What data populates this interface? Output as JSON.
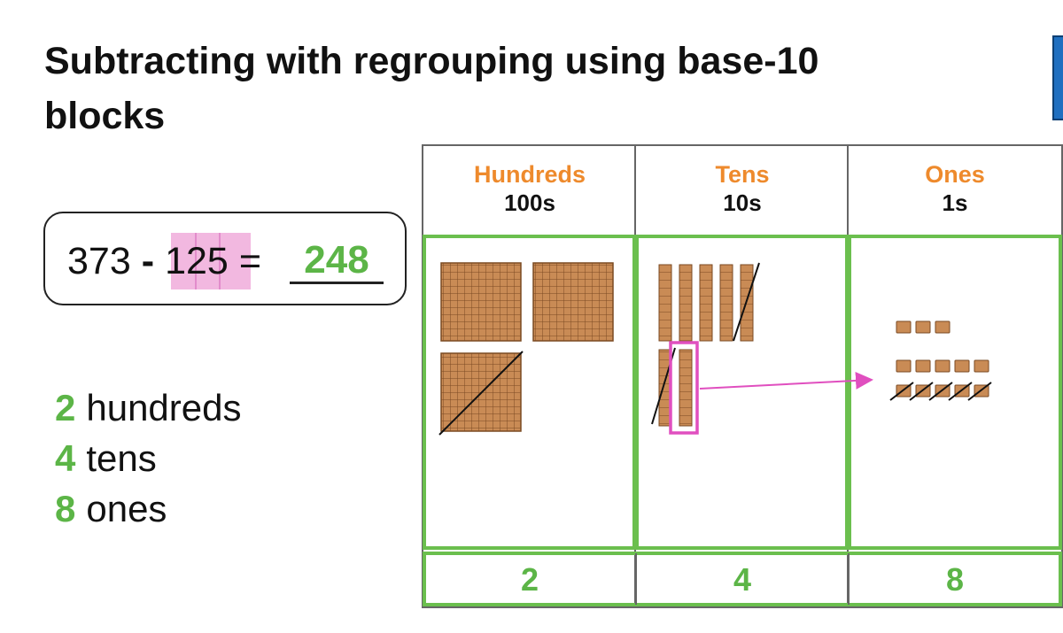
{
  "title": "Subtracting with regrouping using base-10 blocks",
  "equation": {
    "minuend": "373",
    "minus": "-",
    "subtrahend": [
      "1",
      "2",
      "5"
    ],
    "equals": "=",
    "answer": "248"
  },
  "summary": [
    {
      "count": "2",
      "label": "hundreds"
    },
    {
      "count": "4",
      "label": "tens"
    },
    {
      "count": "8",
      "label": "ones"
    }
  ],
  "place_values": [
    {
      "name": "Hundreds",
      "unit": "100s",
      "answer": "2",
      "blocks_total": 3,
      "blocks_crossed": 1
    },
    {
      "name": "Tens",
      "unit": "10s",
      "answer": "4",
      "blocks_total": 7,
      "blocks_crossed": 2,
      "blocks_regrouped": 1
    },
    {
      "name": "Ones",
      "unit": "1s",
      "answer": "8",
      "blocks_total": 13,
      "blocks_crossed": 5
    }
  ],
  "colors": {
    "header_text": "#ee8a2c",
    "answer_green": "#5cb547",
    "grid_green": "#6bbf4e",
    "highlight_pink": "#f2b8e0",
    "regroup_pink": "#e04fbf",
    "block_fill": "#c98b55",
    "block_line": "#7a4a22"
  }
}
